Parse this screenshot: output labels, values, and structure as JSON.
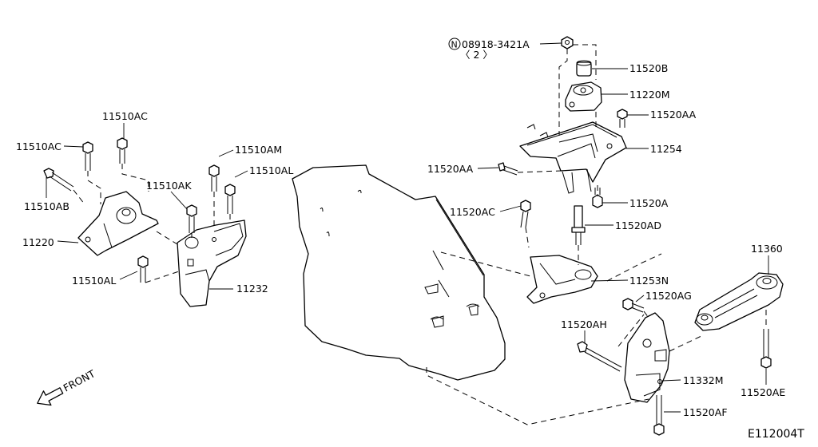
{
  "diagram": {
    "code": "E112004T",
    "front_label": "FRONT",
    "nut_symbol": "N",
    "labels": {
      "p08918": "08918-3421A",
      "p08918_qty": "〈 2 〉",
      "p11520B": "11520B",
      "p11220M": "11220M",
      "p11520AA_r": "11520AA",
      "p11254": "11254",
      "p11520AA_l": "11520AA",
      "p11520A": "11520A",
      "p11520AC": "11520AC",
      "p11520AD": "11520AD",
      "p11253N": "11253N",
      "p11360": "11360",
      "p11520AG": "11520AG",
      "p11520AH": "11520AH",
      "p11332M": "11332M",
      "p11520AF": "11520AF",
      "p11520AE": "11520AE",
      "p11510AC_top": "11510AC",
      "p11510AC_left": "11510AC",
      "p11510AM": "11510AM",
      "p11510AL_top": "11510AL",
      "p11510AK": "11510AK",
      "p11510AB": "11510AB",
      "p11220": "11220",
      "p11510AL_bottom": "11510AL",
      "p11232": "11232"
    }
  }
}
